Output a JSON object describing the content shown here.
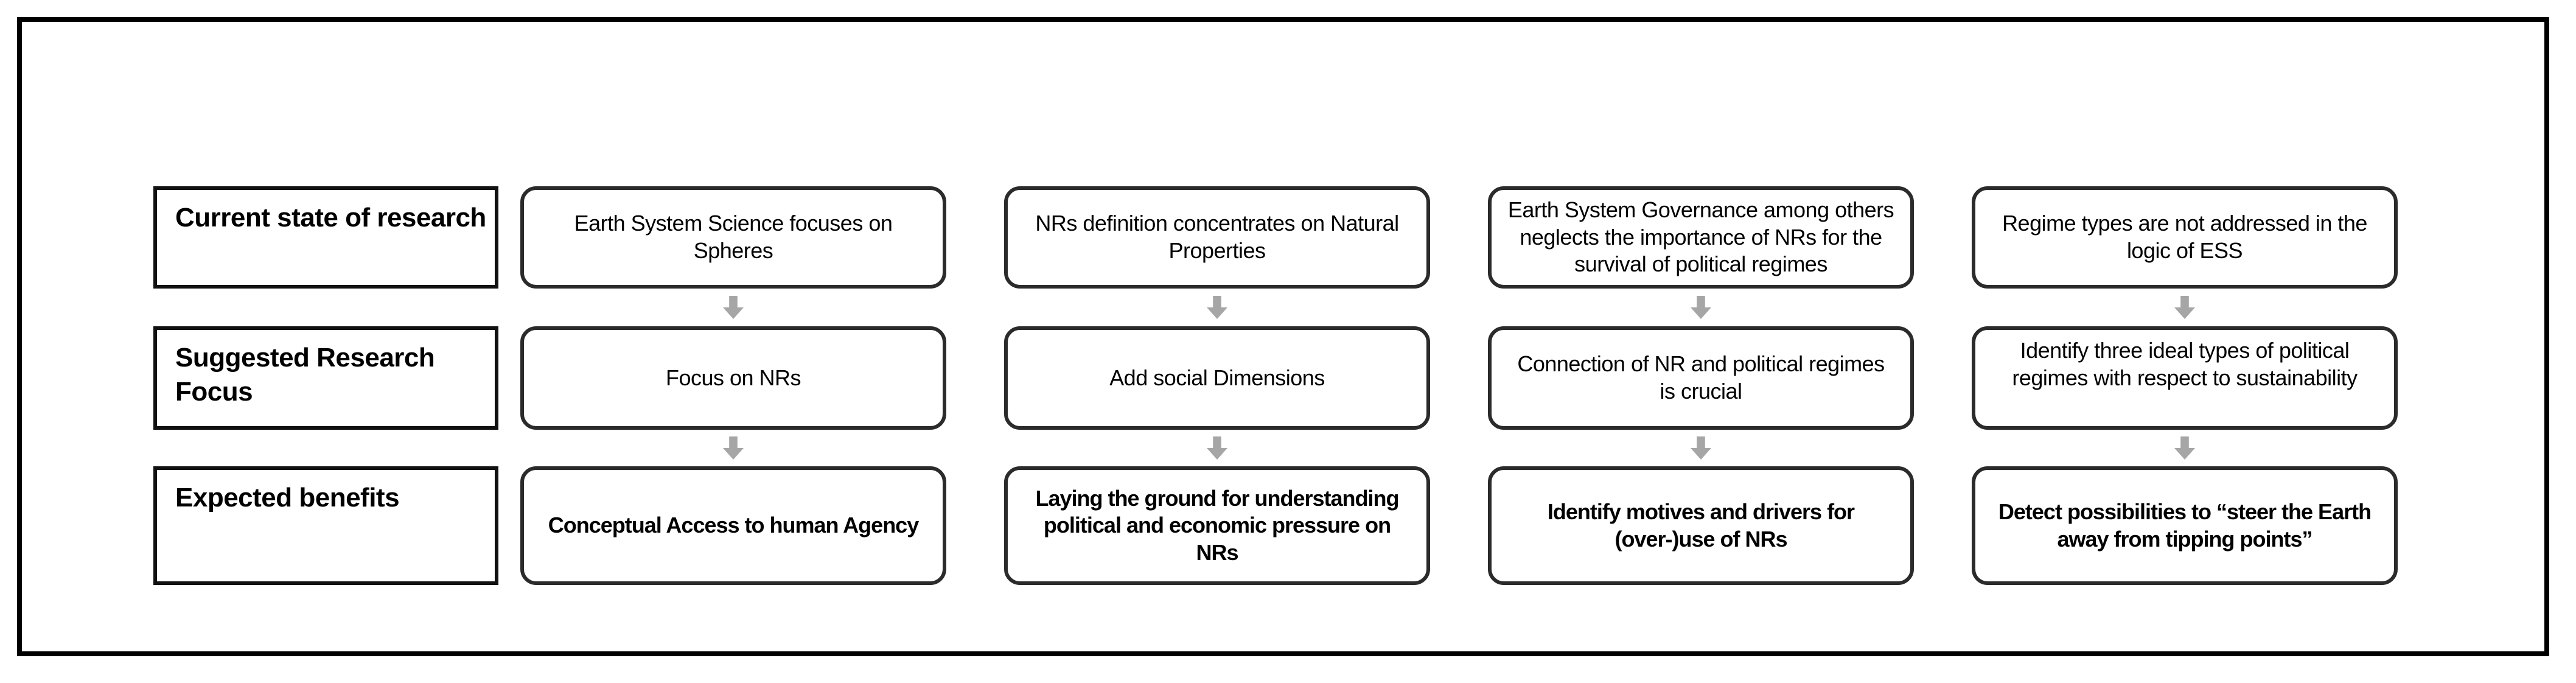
{
  "figure": {
    "rows": [
      {
        "label": "Current state of research",
        "cells": [
          "Earth System Science focuses on Spheres",
          "NRs definition concentrates on Natural Properties",
          "Earth System Governance among others neglects the importance of NRs for the survival of political regimes",
          "Regime types are not addressed in the logic of ESS"
        ]
      },
      {
        "label": "Suggested Research Focus",
        "cells": [
          "Focus on NRs",
          "Add social Dimensions",
          "Connection of NR and political regimes is crucial",
          "Identify three ideal types of political regimes with respect to sustainability"
        ]
      },
      {
        "label": "Expected benefits",
        "cells": [
          "Conceptual Access to human Agency",
          "Laying the ground for understanding political and economic pressure on NRs",
          "Identify motives and drivers for (over-)use of NRs",
          "Detect possibilities to “steer the Earth away from tipping points”"
        ]
      }
    ],
    "colors": {
      "frame_border": "#000000",
      "box_border": "#2b2b2b",
      "arrow_gray": "#a6a6a6",
      "background": "#ffffff",
      "text": "#000000"
    }
  }
}
